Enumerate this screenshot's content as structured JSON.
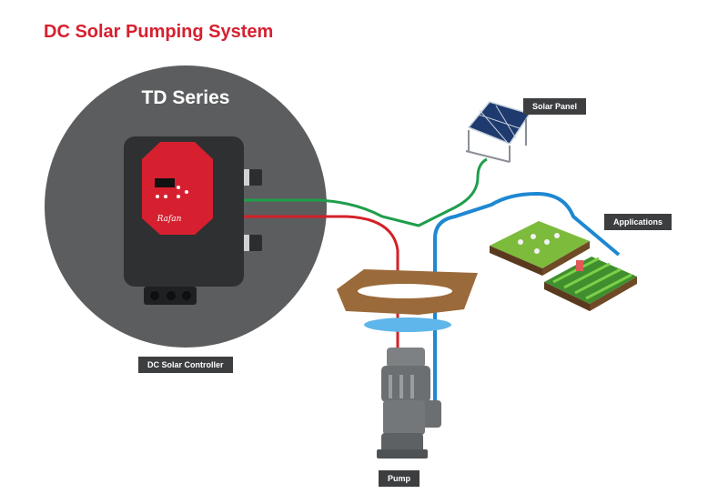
{
  "title": "DC Solar Pumping System",
  "series_label": "TD Series",
  "labels": {
    "solar_panel": "Solar Panel",
    "applications": "Applications",
    "controller": "DC Solar Controller",
    "pump": "Pump"
  },
  "controller_brand": "Rafan",
  "colors": {
    "title": "#d6202f",
    "circle": "#5c5d5f",
    "tag": "#3d3e40",
    "wire_green": "#1f9e4b",
    "wire_red": "#d42027",
    "wire_blue": "#1e88d2",
    "controller_accent": "#d6202f"
  },
  "icons": [
    "solar-panel-icon",
    "controller-icon",
    "pump-icon",
    "farm-icon",
    "water-well-icon"
  ]
}
